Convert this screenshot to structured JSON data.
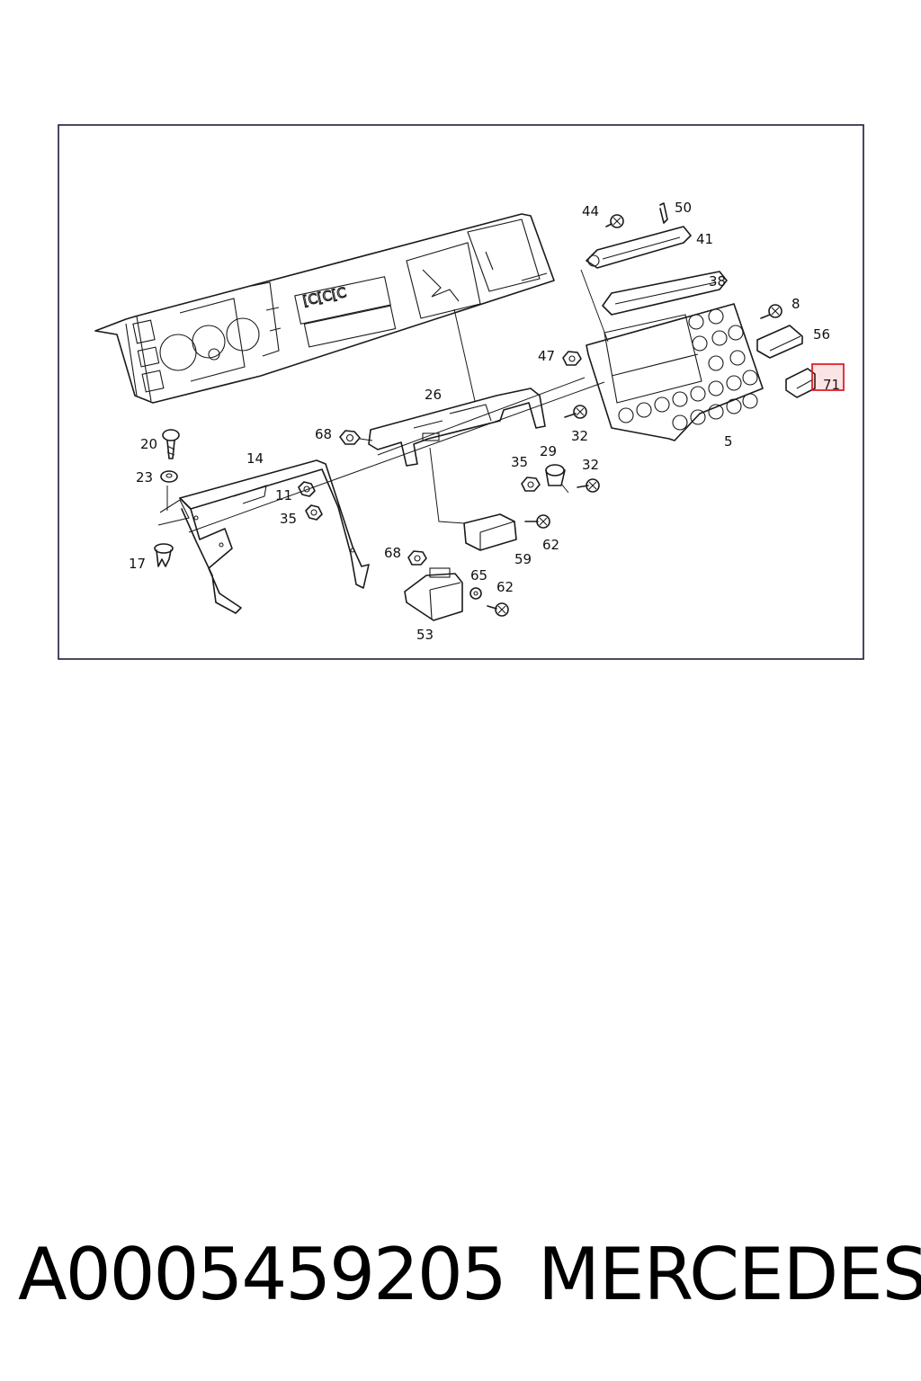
{
  "diagram": {
    "callouts": {
      "c44": "44",
      "c50": "50",
      "c41": "41",
      "c38": "38",
      "c8": "8",
      "c56": "56",
      "c71": "71",
      "c47": "47",
      "c26": "26",
      "c5": "5",
      "c68a": "68",
      "c32a": "32",
      "c20": "20",
      "c14": "14",
      "c29": "29",
      "c35a": "35",
      "c32b": "32",
      "c23": "23",
      "c11": "11",
      "c35b": "35",
      "c62a": "62",
      "c59": "59",
      "c17": "17",
      "c68b": "68",
      "c65": "65",
      "c62b": "62",
      "c53": "53"
    },
    "highlighted_callout": "71",
    "highlight_color": "#e0202a",
    "line_color": "#1a1a1a",
    "frame_color": "#1c1c3a"
  },
  "caption": {
    "part_number": "A0005459205",
    "brand": "MERCEDES"
  }
}
